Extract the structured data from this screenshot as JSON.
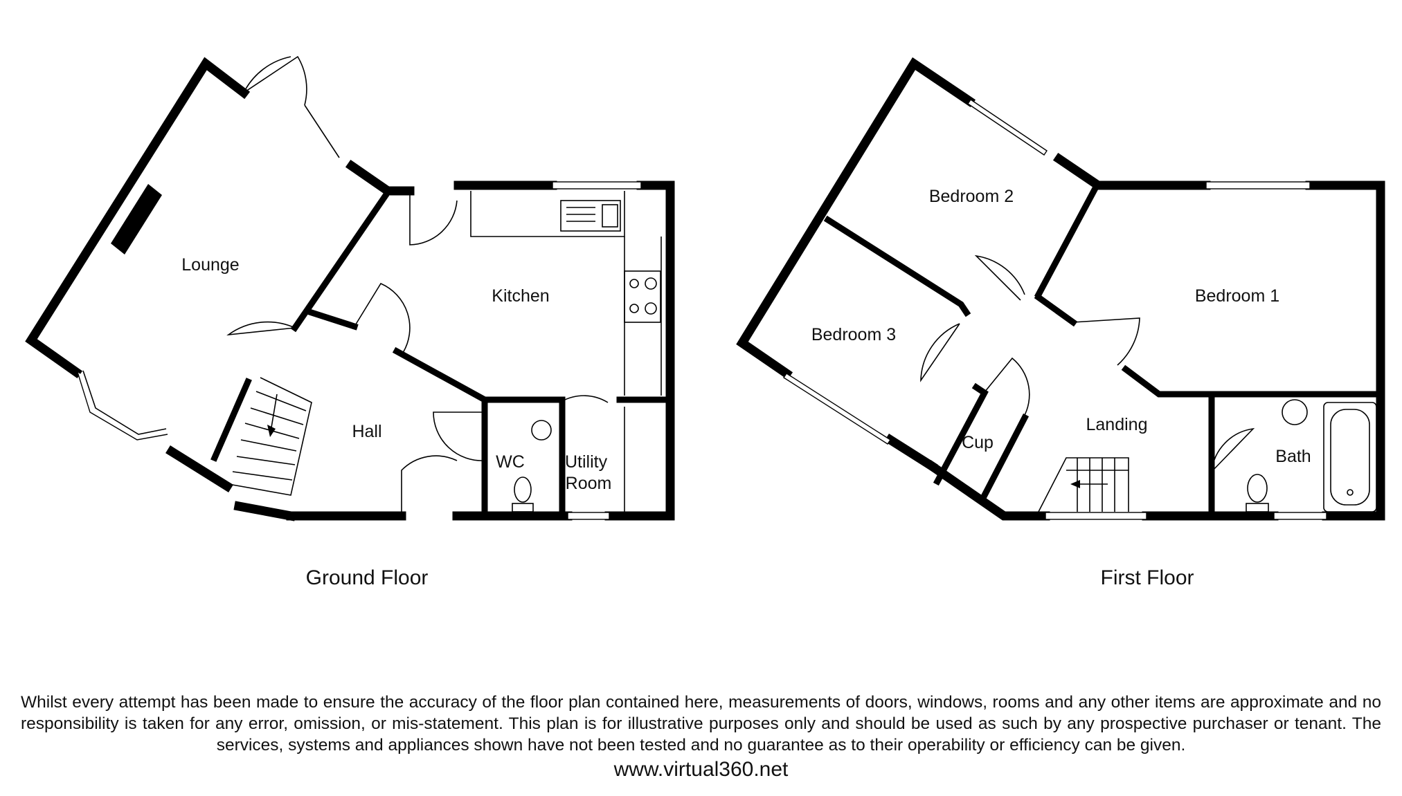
{
  "ground_floor": {
    "title": "Ground Floor",
    "rooms": {
      "lounge": "Lounge",
      "kitchen": "Kitchen",
      "hall": "Hall",
      "wc": "WC",
      "utility": "Utility Room"
    }
  },
  "first_floor": {
    "title": "First Floor",
    "rooms": {
      "bedroom1": "Bedroom 1",
      "bedroom2": "Bedroom 2",
      "bedroom3": "Bedroom 3",
      "landing": "Landing",
      "cup": "Cup",
      "bath": "Bath"
    }
  },
  "disclaimer": "Whilst every attempt has been made to ensure the accuracy of the floor plan contained here, measurements of doors, windows, rooms and any other items are approximate and no responsibility is taken for any error, omission, or mis-statement. This plan is for illustrative purposes only and should be used as such by any prospective purchaser or tenant. The services, systems and appliances shown have not been tested and no guarantee as to their operability or efficiency can be given.",
  "website": "www.virtual360.net"
}
